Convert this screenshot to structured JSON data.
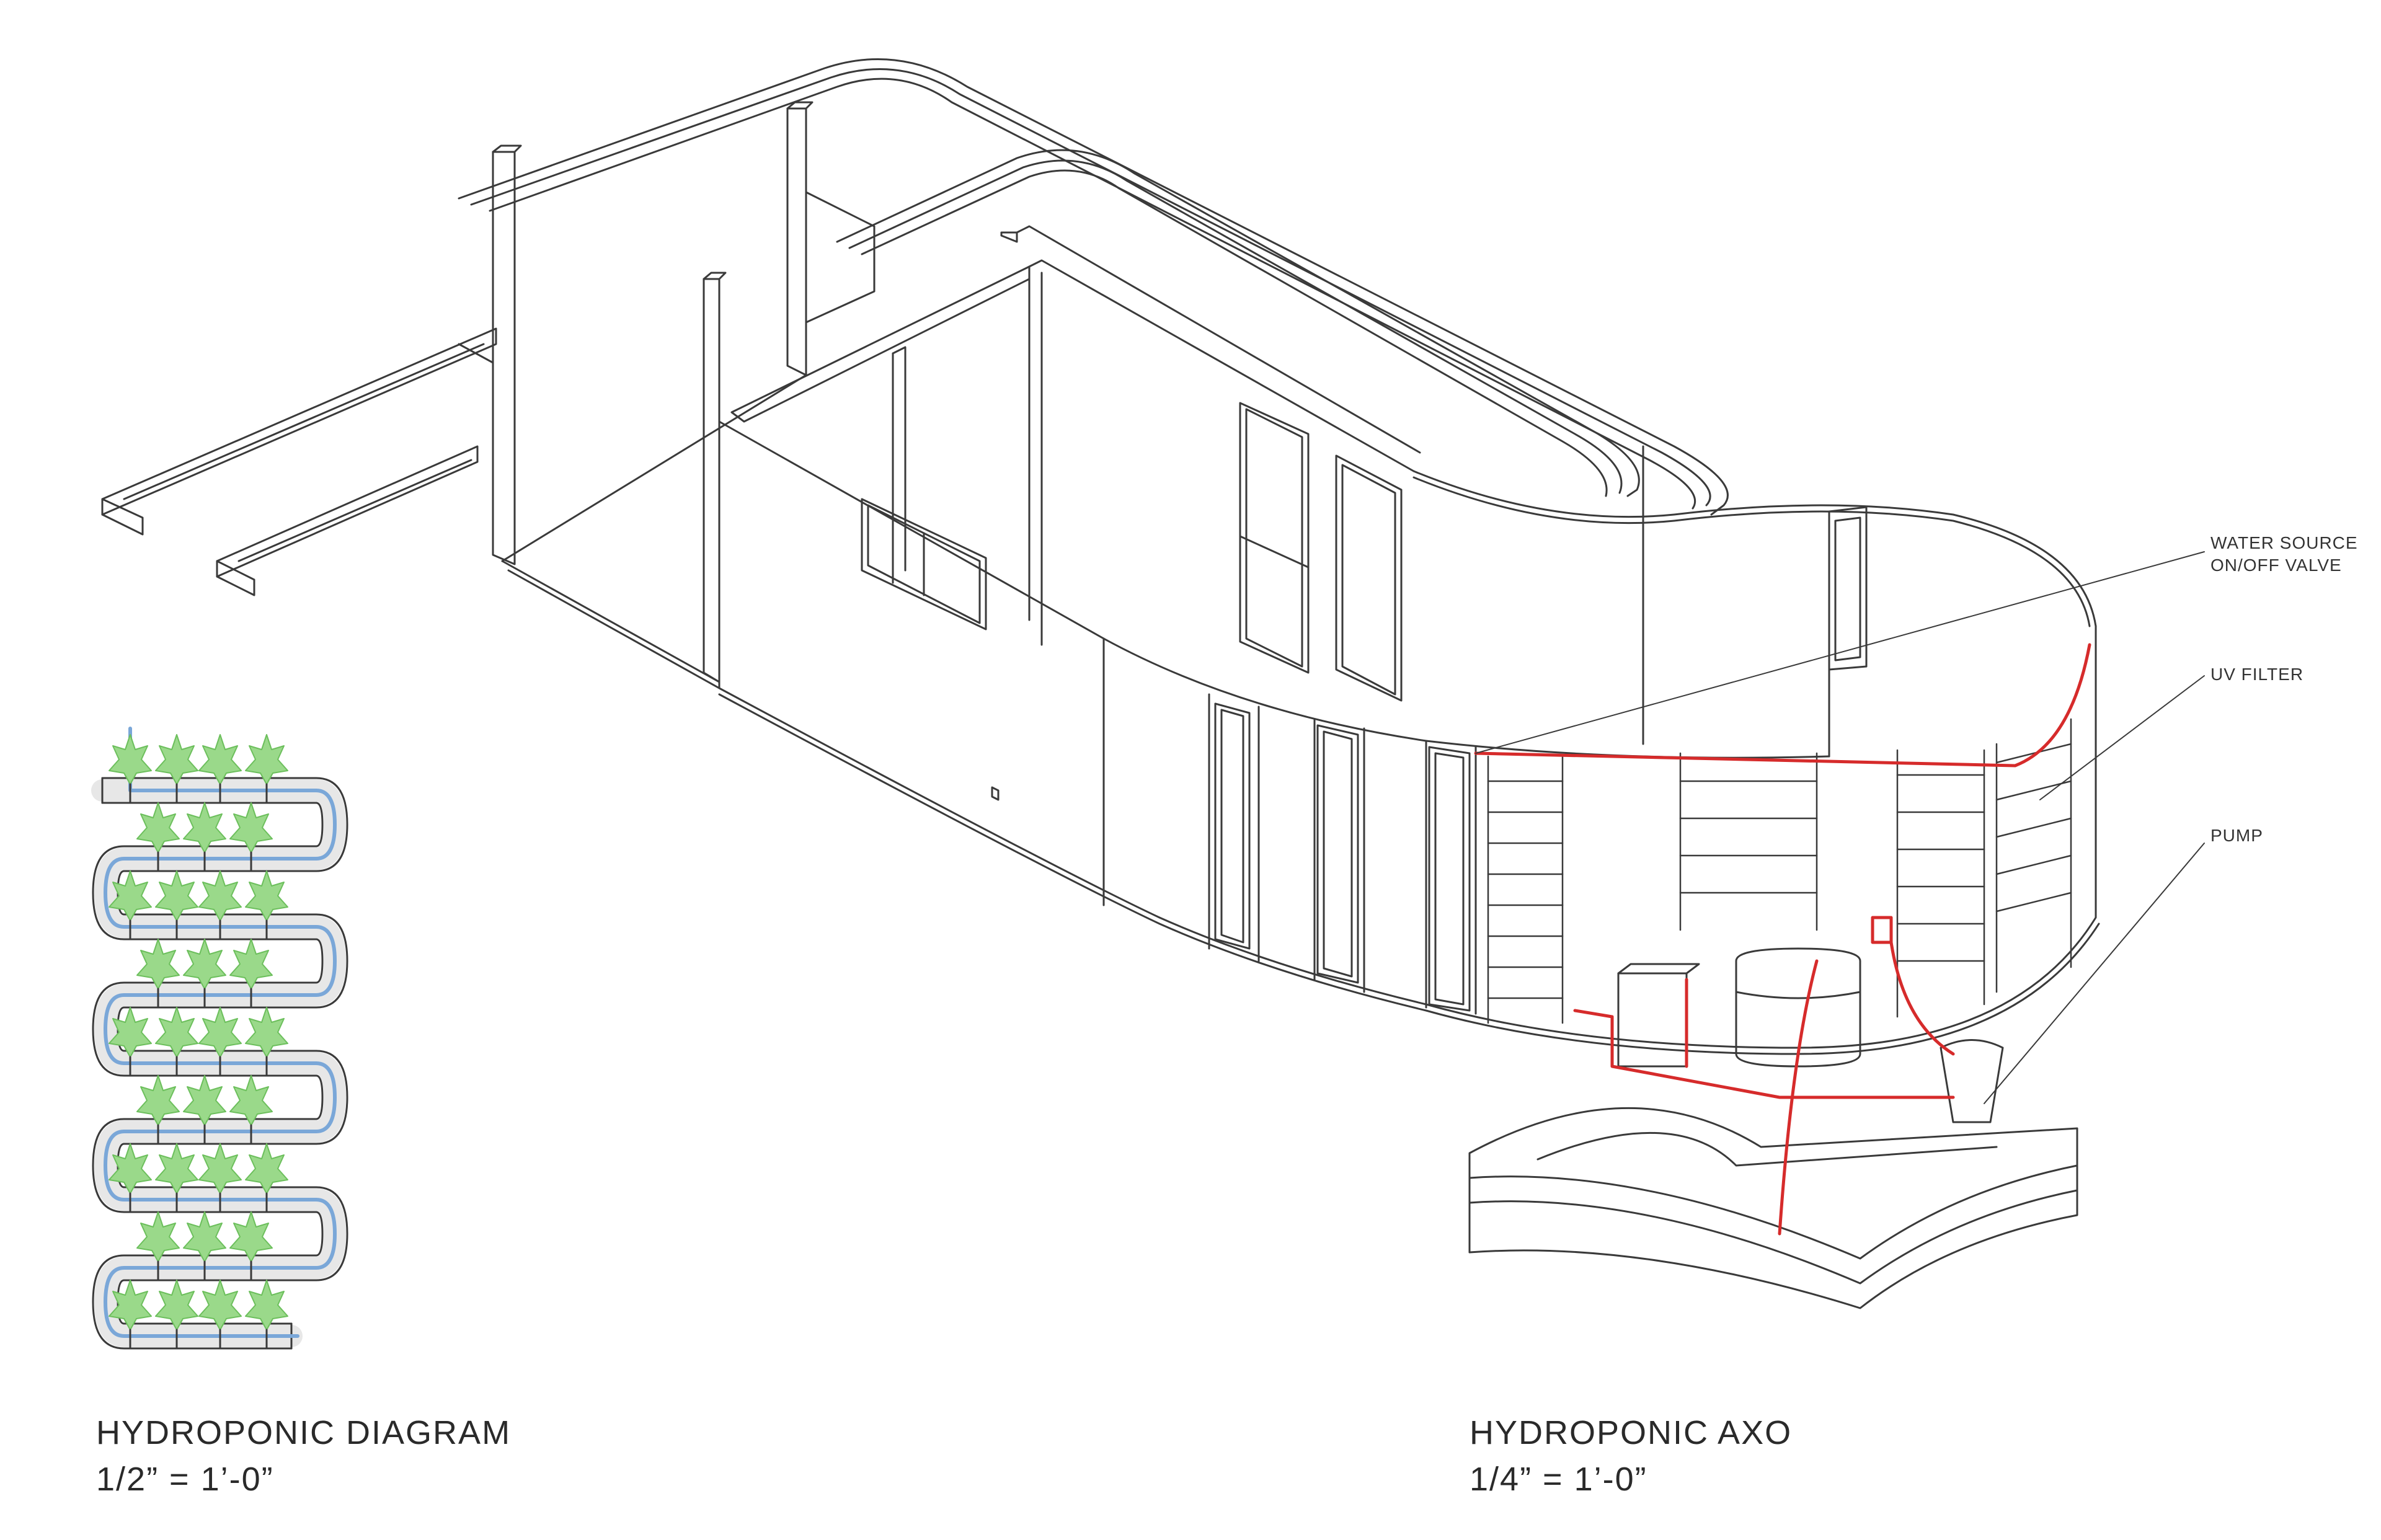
{
  "callouts": {
    "water_source_line1": "WATER SOURCE",
    "water_source_line2": "ON/OFF VALVE",
    "uv_filter": "UV FILTER",
    "pump": "PUMP"
  },
  "diagram_caption": {
    "title": "HYDROPONIC DIAGRAM",
    "scale": "1/2” = 1’-0”"
  },
  "axo_caption": {
    "title": "HYDROPONIC AXO",
    "scale": "1/4” = 1’-0”"
  },
  "colors": {
    "line": "#3a3a3a",
    "water_pipe": "#d62b2b",
    "flow_line": "#7aa7d8",
    "plant": "#9ad98a",
    "plant_stroke": "#6cbf5c"
  }
}
